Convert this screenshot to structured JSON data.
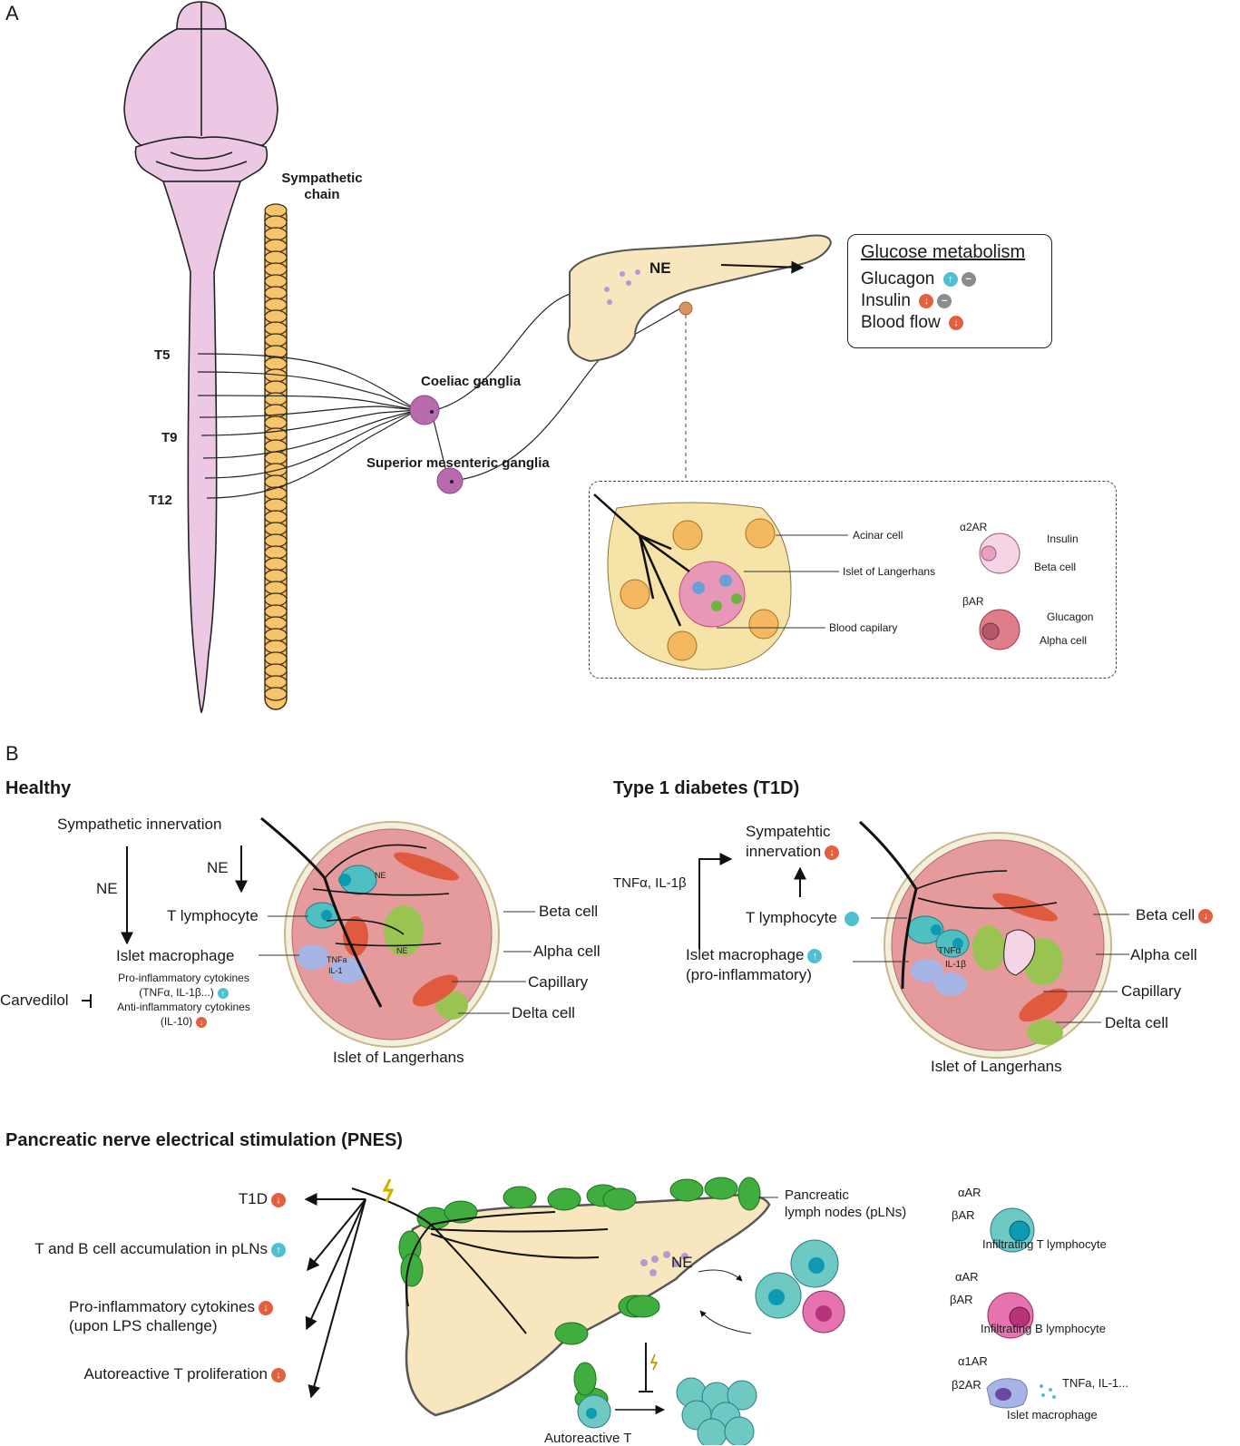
{
  "panel_a": {
    "letter": "A",
    "sympathetic_chain_label": [
      "Sympathetic",
      "chain"
    ],
    "spinal_levels": [
      "T5",
      "T9",
      "T12"
    ],
    "coeliac_label": "Coeliac ganglia",
    "sup_mesenteric_label": "Superior mesenteric ganglia",
    "pancreas_ne_label": "NE",
    "glucose_box": {
      "title": "Glucose metabolism",
      "rows": [
        {
          "label": "Glucagon",
          "badges": [
            "up",
            "minus"
          ]
        },
        {
          "label": "Insulin",
          "badges": [
            "down",
            "minus"
          ]
        },
        {
          "label": "Blood flow",
          "badges": [
            "down"
          ]
        }
      ]
    },
    "inset": {
      "labels": {
        "acinar": "Acinar cell",
        "islet": "Islet of Langerhans",
        "capillary": "Blood capilary"
      },
      "beta_cell": {
        "receptor": "α2AR",
        "secretion": "Insulin",
        "name": "Beta cell"
      },
      "alpha_cell": {
        "receptor": "βAR",
        "secretion": "Glucagon",
        "name": "Alpha cell"
      }
    }
  },
  "panel_b": {
    "letter": "B",
    "healthy": {
      "title": "Healthy",
      "sympathetic": "Sympathetic innervation",
      "ne_left": "NE",
      "ne_right": "NE",
      "t_lymphocyte": "T lymphocyte",
      "islet_macrophage": "Islet macrophage",
      "pro_inflammatory": "Pro-inflammatory cytokines",
      "pro_inflammatory_detail": "(TNFα, IL-1β...)",
      "anti_inflammatory": "Anti-inflammatory cytokines",
      "anti_inflammatory_detail": "(IL-10)",
      "carvedilol": "Carvedilol",
      "islet_in_labels": {
        "ne_top": "NE",
        "ne_mid": "NE",
        "tnfa": "TNFa",
        "il1": "IL-1"
      },
      "cell_labels": [
        "Beta cell",
        "Alpha cell",
        "Capillary",
        "Delta cell"
      ],
      "caption": "Islet of Langerhans"
    },
    "t1d": {
      "title": "Type 1 diabetes (T1D)",
      "sympathetic": [
        "Sympatehtic",
        "innervation"
      ],
      "cytokines": "TNFα, IL-1β",
      "t_lymphocyte": "T lymphocyte",
      "islet_macrophage": "Islet macrophage",
      "pro_inflammatory": "(pro-inflammatory)",
      "islet_in_labels": {
        "tnfa": "TNFα",
        "il1b": "IL-1β"
      },
      "cell_labels": [
        "Beta cell",
        "Alpha cell",
        "Capillary",
        "Delta cell"
      ],
      "caption": "Islet of Langerhans"
    },
    "pnes": {
      "title": "Pancreatic nerve electrical stimulation (PNES)",
      "effects": [
        {
          "label": "T1D",
          "badge": "down"
        },
        {
          "label": "T and B cell accumulation in pLNs",
          "badge": "up"
        },
        {
          "label": "Pro-inflammatory cytokines",
          "sub": "(upon LPS challenge)",
          "badge": "down"
        },
        {
          "label": "Autoreactive T proliferation",
          "badge": "down"
        }
      ],
      "lymph_nodes_label": [
        "Pancreatic",
        "lymph nodes (pLNs)"
      ],
      "ne_label": "NE",
      "autoreactive_label": "Autoreactive T",
      "legend": [
        {
          "receptors": [
            "αAR",
            "βAR"
          ],
          "name": "Infiltrating T lymphocyte"
        },
        {
          "receptors": [
            "αAR",
            "βAR"
          ],
          "name": "Infiltrating B lymphocyte"
        },
        {
          "receptors": [
            "α1AR",
            "β2AR"
          ],
          "name": "Islet macrophage",
          "secretion": "TNFa, IL-1..."
        }
      ]
    }
  },
  "colors": {
    "brain": "#ecc8e4",
    "chain": "#f6c46a",
    "ganglia": "#b86aae",
    "pancreas": "#f8e6bf",
    "up_badge": "#4fc0cf",
    "down_badge": "#e2603f",
    "minus_badge": "#8c8c8c",
    "lymph_node": "#3fae3f",
    "t_cell": "#6ec9c2",
    "b_cell": "#e672b0",
    "macrophage": "#a7b4e6"
  }
}
